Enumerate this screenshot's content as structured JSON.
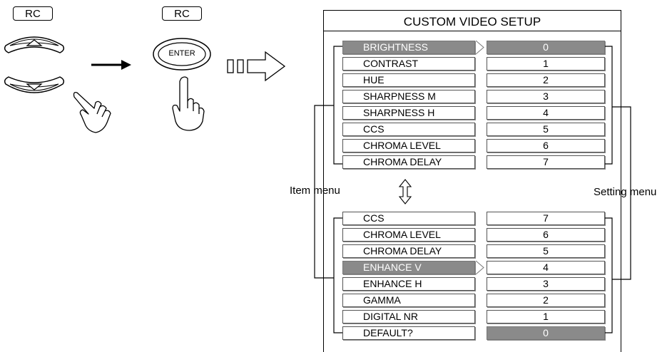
{
  "remote": {
    "rc_label_1": "RC",
    "rc_label_2": "RC",
    "enter_label": "ENTER"
  },
  "menu": {
    "title": "CUSTOM VIDEO SETUP",
    "top_items": [
      "BRIGHTNESS",
      "CONTRAST",
      "HUE",
      "SHARPNESS M",
      "SHARPNESS H",
      "CCS",
      "CHROMA LEVEL",
      "CHROMA DELAY"
    ],
    "top_settings": [
      "0",
      "1",
      "2",
      "3",
      "4",
      "5",
      "6",
      "7"
    ],
    "bottom_items": [
      "CCS",
      "CHROMA LEVEL",
      "CHROMA DELAY",
      "ENHANCE V",
      "ENHANCE H",
      "GAMMA",
      "DIGITAL NR",
      "DEFAULT?"
    ],
    "bottom_settings": [
      "7",
      "6",
      "5",
      "4",
      "3",
      "2",
      "1",
      "0"
    ],
    "item_menu_label": "Item menu",
    "setting_menu_label": "Setting menu"
  },
  "colors": {
    "highlight": "#8a8a8a"
  },
  "icons": [
    "up-arrow-button-icon",
    "down-arrow-button-icon",
    "right-arrow-icon",
    "enter-button-icon",
    "pointing-hand-icon",
    "outline-arrow-icon",
    "up-down-arrow-icon"
  ]
}
